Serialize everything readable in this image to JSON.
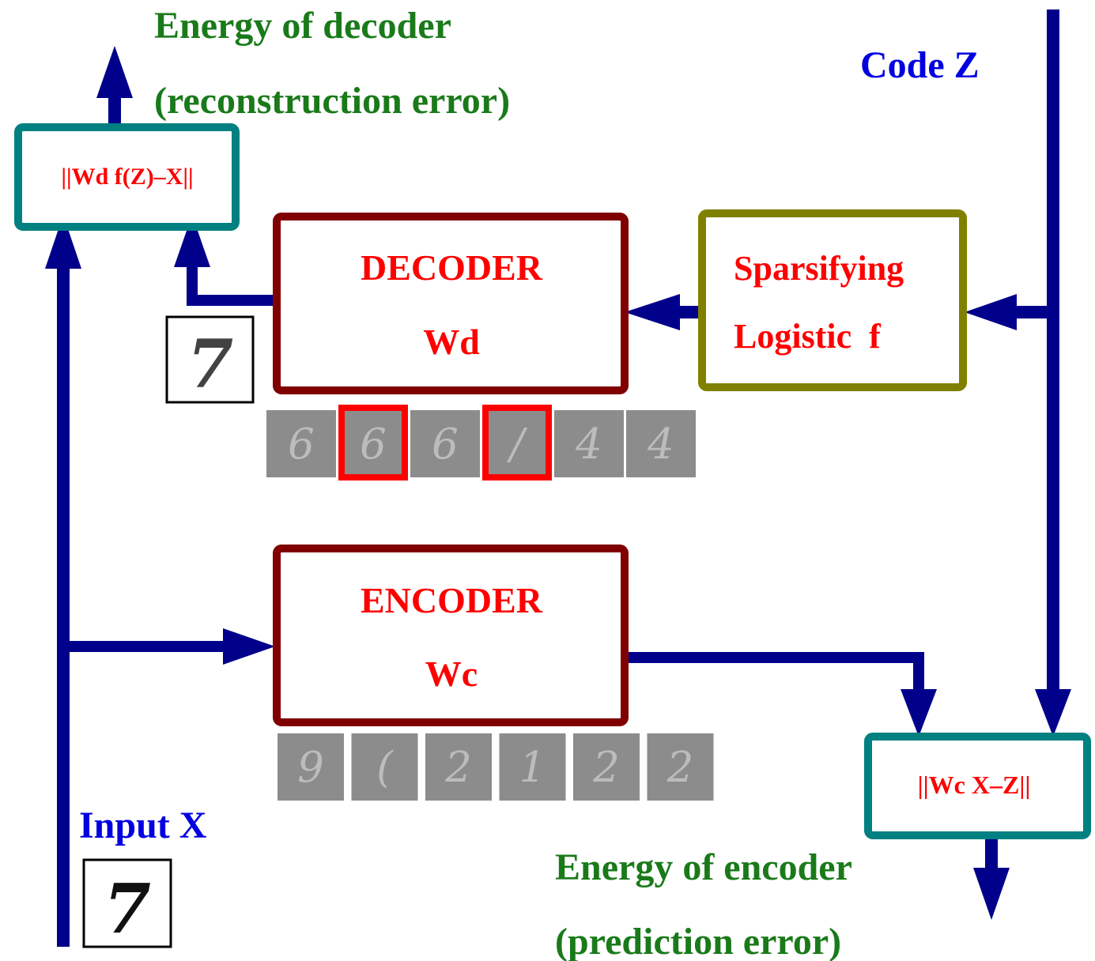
{
  "labels": {
    "decoder_energy_line1": "Energy of decoder",
    "decoder_energy_line2": "(reconstruction error)",
    "code_z": "Code Z",
    "decoder_error_formula": "||Wd f(Z)–X||",
    "decoder_title": "DECODER",
    "decoder_weights": "Wd",
    "sparsifying_line1": "Sparsifying",
    "sparsifying_line2": "Logistic  f",
    "encoder_title": "ENCODER",
    "encoder_weights": "Wc",
    "encoder_error_formula": "||Wc X–Z||",
    "input_x": "Input X",
    "encoder_energy_line1": "Energy of encoder",
    "encoder_energy_line2": "(prediction error)"
  },
  "digits": {
    "input_digit": "7",
    "reconstructed_digit": "7"
  },
  "colors": {
    "arrow": "#00008b",
    "energy_text": "#1a7a1a",
    "code_text": "#0000e0",
    "box_label": "#ff0000",
    "module_border": "#800000",
    "error_box_border": "#008080",
    "sparsifier_border": "#808000",
    "filter_highlight": "#ff0000",
    "filter_tile": "#8c8c8c"
  },
  "decoder_filters": [
    {
      "glyph": "6",
      "highlighted": false
    },
    {
      "glyph": "6",
      "highlighted": true
    },
    {
      "glyph": "6",
      "highlighted": false
    },
    {
      "glyph": "/",
      "highlighted": true
    },
    {
      "glyph": "4",
      "highlighted": false
    },
    {
      "glyph": "4",
      "highlighted": false
    }
  ],
  "encoder_filters": [
    {
      "glyph": "9",
      "highlighted": false
    },
    {
      "glyph": "(",
      "highlighted": false
    },
    {
      "glyph": "2",
      "highlighted": false
    },
    {
      "glyph": "1",
      "highlighted": false
    },
    {
      "glyph": "2",
      "highlighted": false
    },
    {
      "glyph": "2",
      "highlighted": false
    }
  ]
}
